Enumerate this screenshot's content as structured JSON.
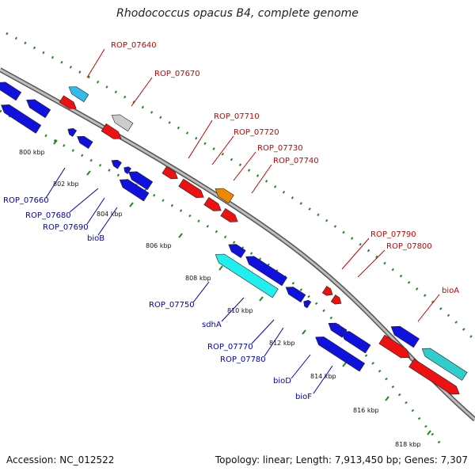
{
  "title": "Rhodococcus opacus B4, complete genome",
  "footer": {
    "accession": "Accession: NC_012522",
    "topology": "Topology: linear; Length: 7,913,450 bp; Genes: 7,307"
  },
  "colors": {
    "forward_gene": "#ee1111",
    "reverse_gene": "#1111dd",
    "label_forward": "#cc0000",
    "label_reverse": "#0000bb",
    "backbone": "#777777",
    "tick": "#228822",
    "light_blue": "#33bbee",
    "gray": "#cccccc",
    "orange": "#ee8800",
    "cyan": "#22eeee",
    "teal": "#33cccc"
  },
  "tick_labels": [
    "800 kbp",
    "802 kbp",
    "804 kbp",
    "806 kbp",
    "808 kbp",
    "810 kbp",
    "812 kbp",
    "814 kbp",
    "816 kbp",
    "818 kbp"
  ],
  "gene_labels_forward": [
    "ROP_07640",
    "ROP_07670",
    "ROP_07710",
    "ROP_07720",
    "ROP_07730",
    "ROP_07740",
    "ROP_07790",
    "ROP_07800",
    "bioA"
  ],
  "gene_labels_reverse": [
    "ROP_07660",
    "ROP_07680",
    "ROP_07690",
    "bioB",
    "ROP_07750",
    "sdhA",
    "ROP_07770",
    "ROP_07780",
    "bioD",
    "bioF"
  ]
}
